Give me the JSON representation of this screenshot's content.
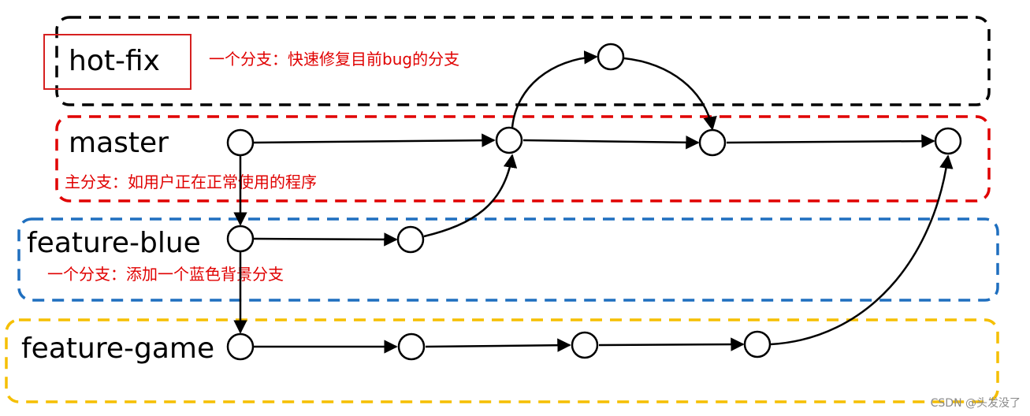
{
  "colors": {
    "hotfix_border": "#000000",
    "master_border": "#e00000",
    "blue_border": "#1f6fbf",
    "game_border": "#f5bf00",
    "highlight_box": "#d62020",
    "description_text": "#e00000"
  },
  "lanes": {
    "hotfix": {
      "title": "hot-fix",
      "description": "一个分支：快速修复目前bug的分支"
    },
    "master": {
      "title": "master",
      "description": "主分支：如用户正在正常使用的程序"
    },
    "feature_blue": {
      "title": "feature-blue",
      "description": "一个分支：添加一个蓝色背景分支"
    },
    "feature_game": {
      "title": "feature-game",
      "description": ""
    }
  },
  "watermark": "CSDN @头发没了"
}
